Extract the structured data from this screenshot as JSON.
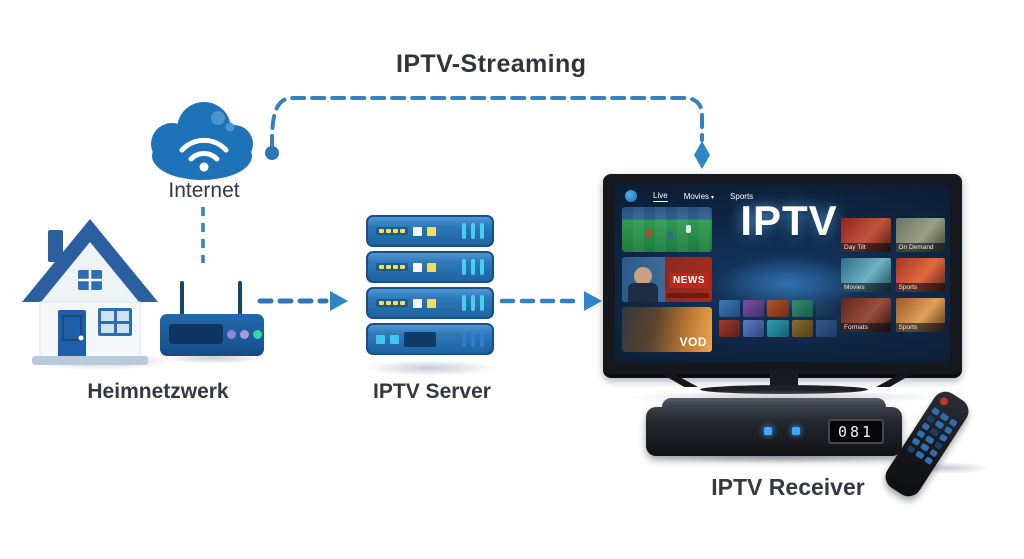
{
  "title": "IPTV-Streaming",
  "labels": {
    "internet": "Internet",
    "home_network": "Heimnetzwerk",
    "server": "IPTV Server",
    "receiver": "IPTV Receiver"
  },
  "tv_screen": {
    "nav": {
      "live": "Live",
      "movies": "Movies",
      "movies_caret": "▾",
      "sports": "Sports"
    },
    "hero_title": "IPTV",
    "left_tiles": {
      "news": "NEWS",
      "vod": "VOD"
    },
    "right_tiles": [
      {
        "caption": "Day Tilt"
      },
      {
        "caption": "On Demand"
      },
      {
        "caption": "Movies"
      },
      {
        "caption": "Sports"
      },
      {
        "caption": "Formats"
      },
      {
        "caption": "Sports"
      }
    ]
  },
  "receiver": {
    "display": "081"
  },
  "colors": {
    "connector_blue": "#3480c2",
    "cloud_blue": "#1e72b7",
    "server_blue": "#2d77b8",
    "label_text": "#343940",
    "news_red": "#c0271c",
    "led_blue": "#3fa9ff",
    "led_green": "#2fd8a4",
    "led_purple": "#9186d8"
  }
}
